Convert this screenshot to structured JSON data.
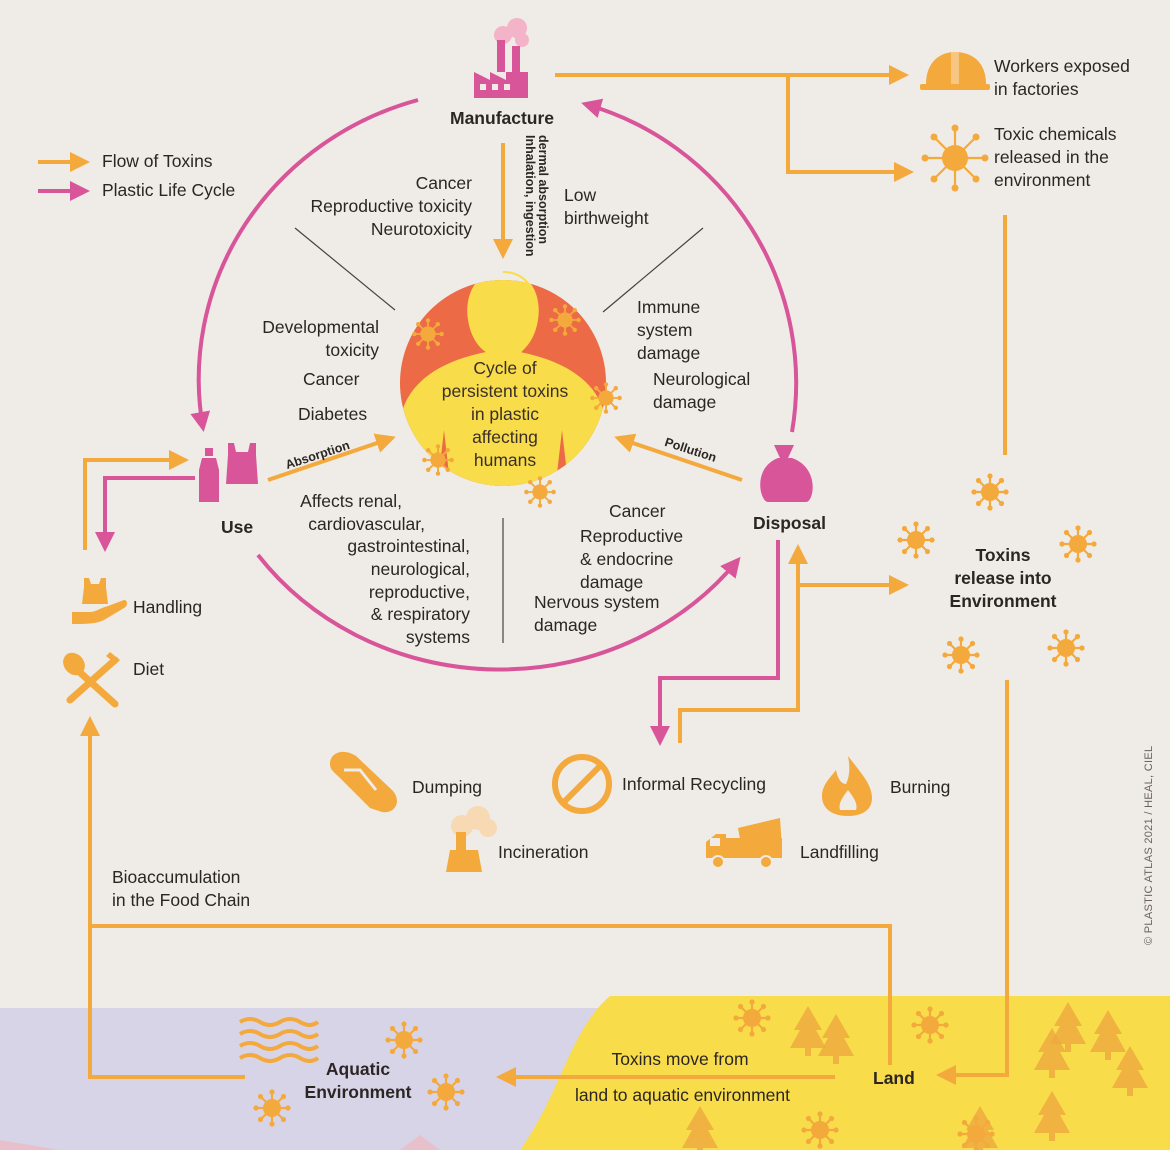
{
  "colors": {
    "background": "#efebe6",
    "toxin_flow": "#f3a93c",
    "life_cycle": "#d8559a",
    "human_circle": "#ec6a45",
    "human_figure": "#f8dc4a",
    "land": "#f8dc4a",
    "water": "#d8d4e8"
  },
  "legend": {
    "flow_of_toxins": "Flow of Toxins",
    "plastic_life_cycle": "Plastic Life Cycle"
  },
  "stages": {
    "manufacture": "Manufacture",
    "use": "Use",
    "disposal": "Disposal"
  },
  "center": {
    "line1": "Cycle of",
    "line2": "persistent toxins",
    "line3": "in plastic",
    "line4": "affecting",
    "line5": "humans"
  },
  "arrow_labels": {
    "inhalation_1": "Inhalation, ingestion",
    "inhalation_2": "dermal absorption",
    "absorption": "Absorption",
    "pollution": "Pollution"
  },
  "effects": {
    "top_left_1": "Cancer",
    "top_left_2": "Reproductive toxicity",
    "top_left_3": "Neurotoxicity",
    "top_right_1": "Low",
    "top_right_2": "birthweight",
    "right_1": "Immune",
    "right_2": "system",
    "right_3": "damage",
    "right_4": "Neurological",
    "right_5": "damage",
    "left_1": "Developmental",
    "left_2": "toxicity",
    "left_3": "Cancer",
    "left_4": "Diabetes",
    "bottom_left_1": "Affects renal,",
    "bottom_left_2": "cardiovascular,",
    "bottom_left_3": "gastrointestinal,",
    "bottom_left_4": "neurological,",
    "bottom_left_5": "reproductive,",
    "bottom_left_6": "& respiratory",
    "bottom_left_7": "systems",
    "bottom_right_1": "Cancer",
    "bottom_right_2": "Reproductive",
    "bottom_right_3": "& endocrine",
    "bottom_right_4": "damage",
    "bottom_right_5": "Nervous system",
    "bottom_right_6": "damage"
  },
  "right_side": {
    "workers_1": "Workers exposed",
    "workers_2": "in factories",
    "toxic_1": "Toxic chemicals",
    "toxic_2": "released in the",
    "toxic_3": "environment",
    "release_1": "Toxins",
    "release_2": "release into",
    "release_3": "Environment"
  },
  "left_side": {
    "handling": "Handling",
    "diet": "Diet",
    "bioacc_1": "Bioaccumulation",
    "bioacc_2": "in the Food Chain"
  },
  "disposal_methods": {
    "dumping": "Dumping",
    "informal_recycling": "Informal Recycling",
    "burning": "Burning",
    "incineration": "Incineration",
    "landfilling": "Landfilling"
  },
  "bottom": {
    "aquatic_1": "Aquatic",
    "aquatic_2": "Environment",
    "move_1": "Toxins move from",
    "move_2": "land to aquatic environment",
    "land": "Land"
  },
  "credit": "© PLASTIC ATLAS 2021 / HEAL, CIEL"
}
